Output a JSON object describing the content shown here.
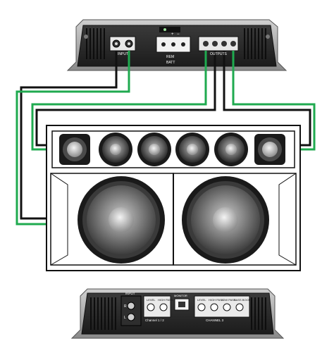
{
  "amp_top": {
    "input_label": "INPUT",
    "rem_label": "REM",
    "batt_label": "BATT",
    "plus_label": "+",
    "minus_label": "−",
    "outputs_label": "OUTPUTS"
  },
  "amp_bottom": {
    "input_label": "INPUT",
    "r_label": "R",
    "l_label": "L",
    "level_label": "LEVEL",
    "high_pass_label": "HIGH PASS",
    "channel12_label": "Channel 1 / 2",
    "monitor_label": "MONITOR",
    "level2_label": "LEVEL",
    "high_pass2_label": "HIGH PASS",
    "low_pass_label": "LOW PASS",
    "bass_boost_label": "BASS BOOST",
    "channel3_label": "CHANNEL 3"
  },
  "colors": {
    "wire_black": "#111111",
    "wire_green": "#1faa4f",
    "amp_dark": "#2a2a2a",
    "amp_mid": "#555555",
    "amp_light": "#bdbdbd",
    "cone_gray": "#6e6e6e"
  },
  "icons": {
    "tweeter": "tweeter-icon",
    "midrange": "midrange-speaker-icon",
    "subwoofer": "subwoofer-icon",
    "rca": "rca-jack-icon",
    "knob": "knob-icon"
  }
}
